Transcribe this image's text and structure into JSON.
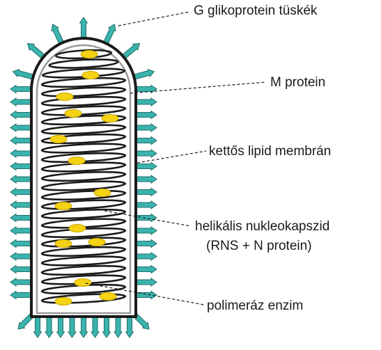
{
  "labels": {
    "spikes": "G glikoprotein tüskék",
    "m_protein": "M protein",
    "membrane": "kettős lipid membrán",
    "nucleocapsid_line1": "helikális nukleokapszid",
    "nucleocapsid_line2": "(RNS + N  protein)",
    "polymerase": "polimeráz enzim"
  },
  "colors": {
    "spike_fill": "#3bb3ad",
    "spike_stroke": "#1f6f6b",
    "membrane_outer": "#1a1a1a",
    "membrane_inner": "#9a9a9a",
    "helix": "#1a1a1a",
    "polymerase_fill": "#f5d213",
    "polymerase_stroke": "#c9a800",
    "label_text": "#1a1a1a"
  }
}
